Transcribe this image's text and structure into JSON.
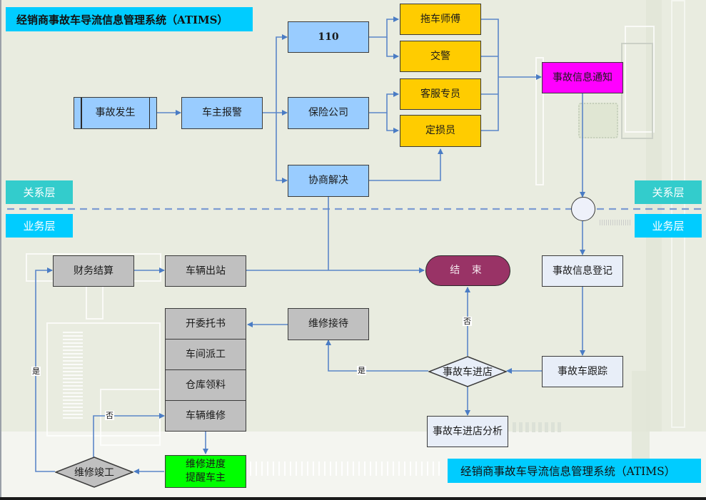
{
  "title": "经销商事故车导流信息管理系统（ATIMS）",
  "footer_title": "经销商事故车导流信息管理系统（ATIMS）",
  "layers": {
    "relation_left": "关系层",
    "business_left": "业务层",
    "relation_right": "关系层",
    "business_right": "业务层"
  },
  "colors": {
    "banner": "#00ccff",
    "relation_layer": "#33cccc",
    "business_layer": "#00ccff",
    "process_blue": "#99ccff",
    "party_yellow": "#ffcc00",
    "notify_magenta": "#ff00ff",
    "business_gray": "#c0c0c0",
    "end_terminal": "#993366",
    "reminder_green": "#00ff00",
    "connector": "#4a7cc4"
  },
  "relation_layer": {
    "accident_occurs": "事故发生",
    "owner_reports": "车主报警",
    "police_110": "110",
    "insurance_company": "保险公司",
    "negotiate": "协商解决",
    "tow_driver": "拖车师傅",
    "traffic_police": "交警",
    "customer_service": "客服专员",
    "loss_assessor": "定损员",
    "accident_notice": "事故信息通知"
  },
  "business_layer": {
    "accident_register": "事故信息登记",
    "accident_tracking": "事故车跟踪",
    "decision_enter_shop": "事故车进店",
    "enter_shop_analysis": "事故车进店分析",
    "end": "结 束",
    "repair_reception": "维修接待",
    "work_steps": [
      "开委托书",
      "车间派工",
      "仓库领料",
      "车辆维修"
    ],
    "progress_reminder": [
      "维修进度",
      "提醒车主"
    ],
    "decision_repair_done": "维修竣工",
    "finance_settlement": "财务结算",
    "vehicle_exit": "车辆出站"
  },
  "edge_labels": {
    "yes_enter_shop": "是",
    "no_enter_shop": "否",
    "yes_repair_done": "是",
    "no_repair_done": "否"
  }
}
